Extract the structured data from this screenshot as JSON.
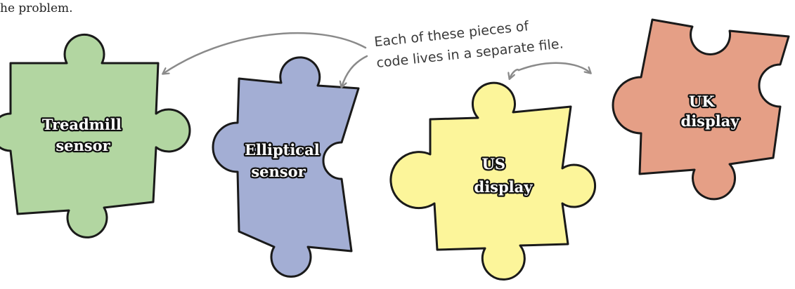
{
  "intro_text": "he problem.",
  "annotation": {
    "line1": "Each of these pieces of",
    "line2": "code lives in a separate file."
  },
  "pieces": [
    {
      "line1": "Treadmill",
      "line2": "sensor",
      "color": "#b2d6a1"
    },
    {
      "line1": "Elliptical",
      "line2": "sensor",
      "color": "#a3aed4"
    },
    {
      "line1": "US",
      "line2": "display",
      "color": "#fcf59a"
    },
    {
      "line1": "UK",
      "line2": "display",
      "color": "#e59f86"
    }
  ]
}
